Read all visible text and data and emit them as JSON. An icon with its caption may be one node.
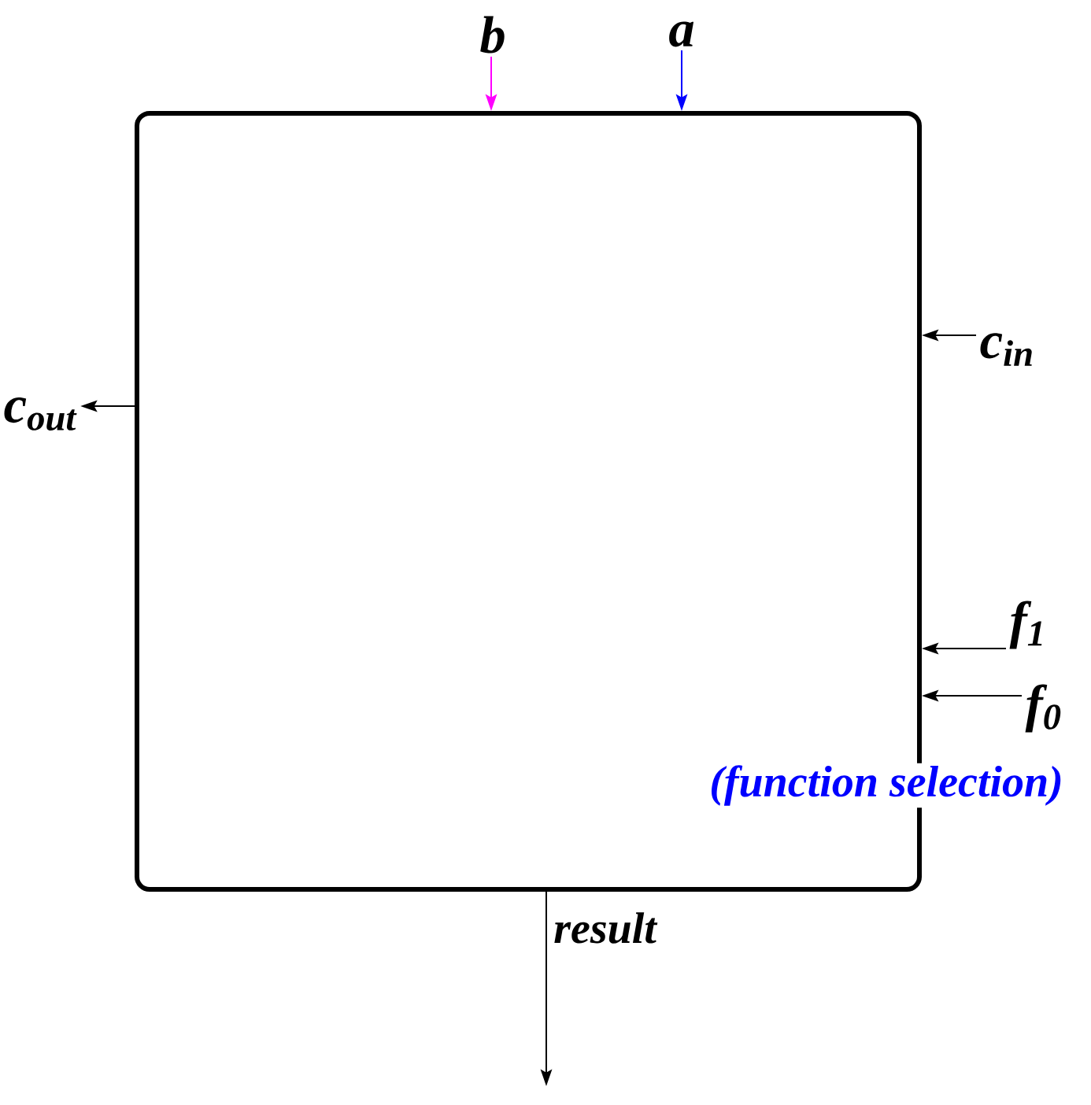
{
  "diagram": {
    "nodes": [
      {
        "text": [],
        "shape": "box"
      },
      {
        "text": [
          "b"
        ]
      },
      {
        "text": [
          "a"
        ]
      },
      {
        "text": [
          "c$_{in}$"
        ]
      },
      {
        "text": [
          "c$_{out}$"
        ]
      },
      {
        "text": [
          "f$_{1}$"
        ]
      },
      {
        "text": [
          "f$_{0}$"
        ]
      }
    ],
    "edges": [
      {
        "from": 1,
        "to": 0,
        "arrow": "to",
        "color": "#ff00ff"
      },
      {
        "from": 2,
        "to": 0,
        "arrow": "to",
        "color": "#0000ff"
      },
      {
        "from": 3,
        "to": 0,
        "arrow": "to"
      },
      {
        "from": 0,
        "to": 4,
        "arrow": "to"
      },
      {
        "from": 5,
        "to": 0,
        "arrow": "to"
      },
      {
        "from": 6,
        "to": 0,
        "arrow": "to"
      },
      {
        "from": 0,
        "to": null,
        "arrow": "to",
        "label": "result"
      }
    ],
    "labels": [
      "(function selection)"
    ]
  }
}
